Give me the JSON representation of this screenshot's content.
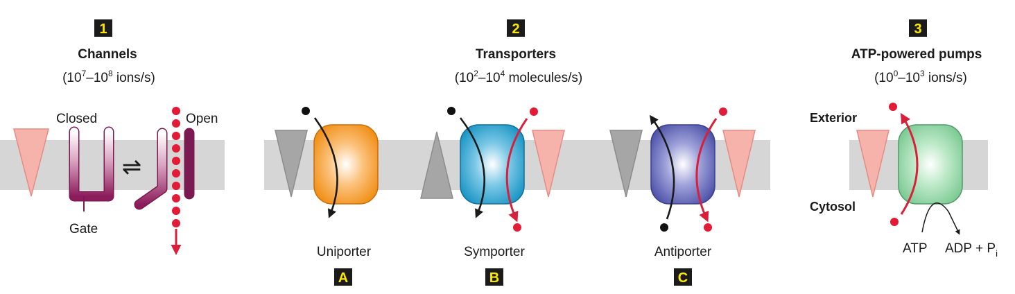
{
  "sections": [
    {
      "badge": "1",
      "title": "Channels",
      "rate": {
        "pre": "(10",
        "sup1": "7",
        "mid": "–10",
        "sup2": "8",
        "post": " ions/s)"
      }
    },
    {
      "badge": "2",
      "title": "Transporters",
      "rate": {
        "pre": "(10",
        "sup1": "2",
        "mid": "–10",
        "sup2": "4",
        "post": " molecules/s)"
      }
    },
    {
      "badge": "3",
      "title": "ATP-powered pumps",
      "rate": {
        "pre": "(10",
        "sup1": "0",
        "mid": "–10",
        "sup2": "3",
        "post": " ions/s)"
      }
    }
  ],
  "channel": {
    "closed": "Closed",
    "open": "Open",
    "gate": "Gate",
    "equilibrium": "⇌"
  },
  "transporters": [
    {
      "label": "Uniporter",
      "badge": "A"
    },
    {
      "label": "Symporter",
      "badge": "B"
    },
    {
      "label": "Antiporter",
      "badge": "C"
    }
  ],
  "pump": {
    "exterior": "Exterior",
    "cytosol": "Cytosol",
    "atp": "ATP",
    "adp": "ADP + P",
    "adp_sub": "i"
  },
  "colors": {
    "uniporter": "#f59a2a",
    "symporter": "#2ca3cf",
    "antiporter": "#5b60b3",
    "pump": "#86d29e",
    "gate": "#8c1c5c",
    "ion": "#e21b36",
    "membrane": "#d6d6d6"
  }
}
